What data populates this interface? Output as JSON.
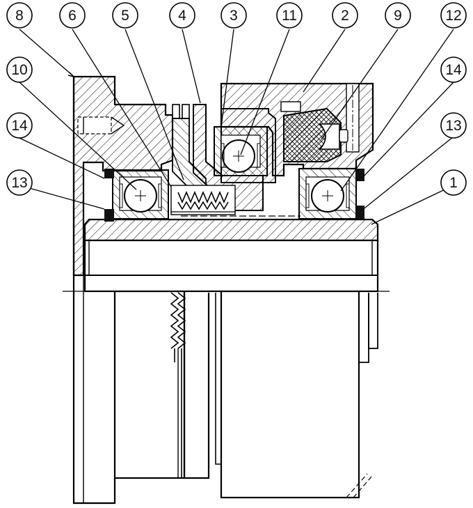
{
  "callouts": [
    {
      "id": "8",
      "label": "8"
    },
    {
      "id": "6",
      "label": "6"
    },
    {
      "id": "5",
      "label": "5"
    },
    {
      "id": "4",
      "label": "4"
    },
    {
      "id": "3",
      "label": "3"
    },
    {
      "id": "11",
      "label": "11"
    },
    {
      "id": "2",
      "label": "2"
    },
    {
      "id": "9",
      "label": "9"
    },
    {
      "id": "12",
      "label": "12"
    },
    {
      "id": "10",
      "label": "10"
    },
    {
      "id": "14a",
      "label": "14"
    },
    {
      "id": "14b",
      "label": "14"
    },
    {
      "id": "13a",
      "label": "13"
    },
    {
      "id": "13b",
      "label": "13"
    },
    {
      "id": "1",
      "label": "1"
    }
  ],
  "colors": {
    "line": "#000000",
    "seal": "#111111",
    "background": "#ffffff"
  }
}
